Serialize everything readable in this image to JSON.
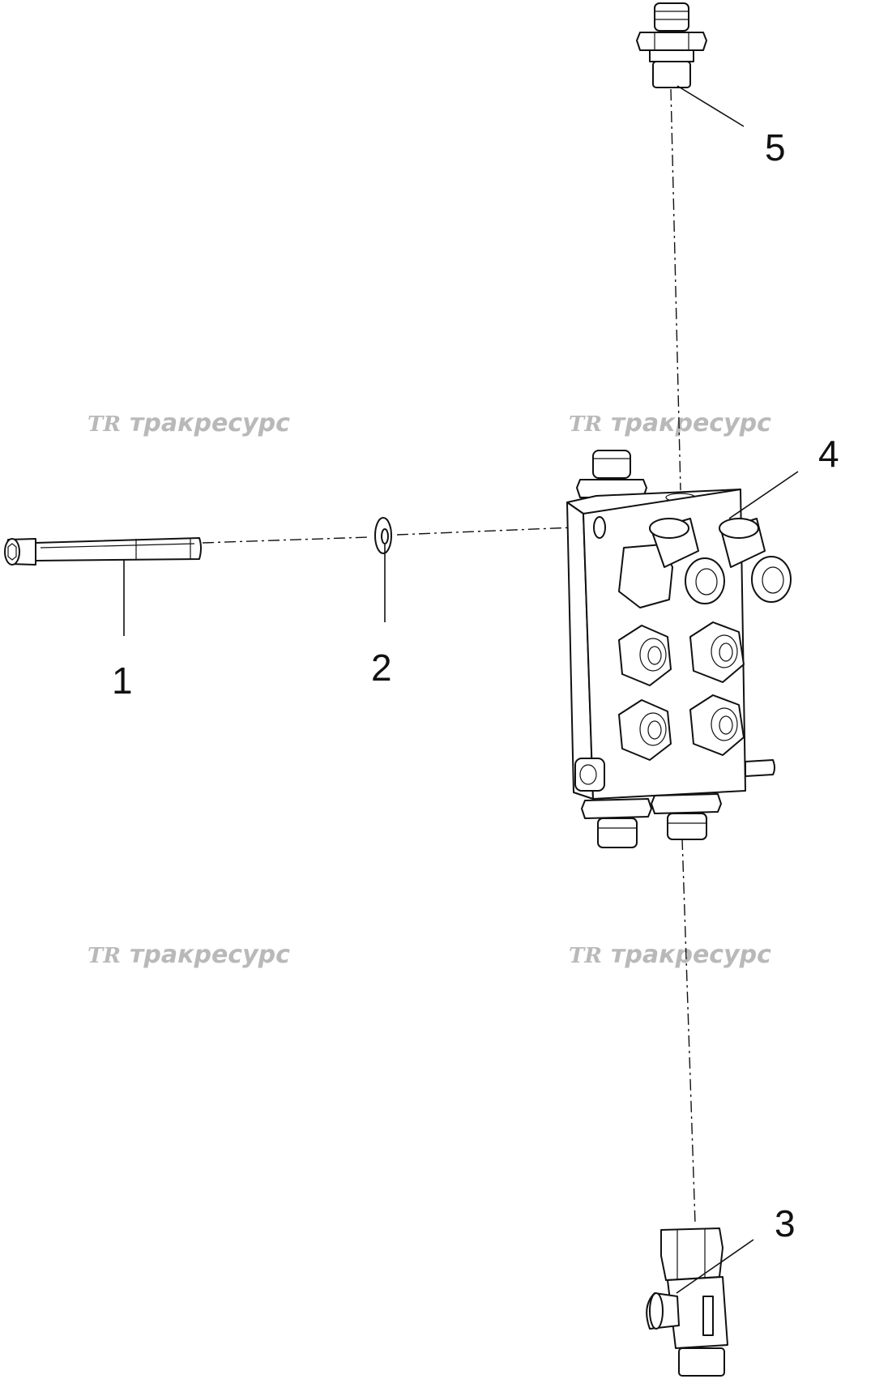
{
  "callouts": [
    {
      "id": "1",
      "label": "1"
    },
    {
      "id": "2",
      "label": "2"
    },
    {
      "id": "3",
      "label": "3"
    },
    {
      "id": "4",
      "label": "4"
    },
    {
      "id": "5",
      "label": "5"
    }
  ],
  "watermark": {
    "logo": "TR",
    "text": "тракресурс"
  }
}
